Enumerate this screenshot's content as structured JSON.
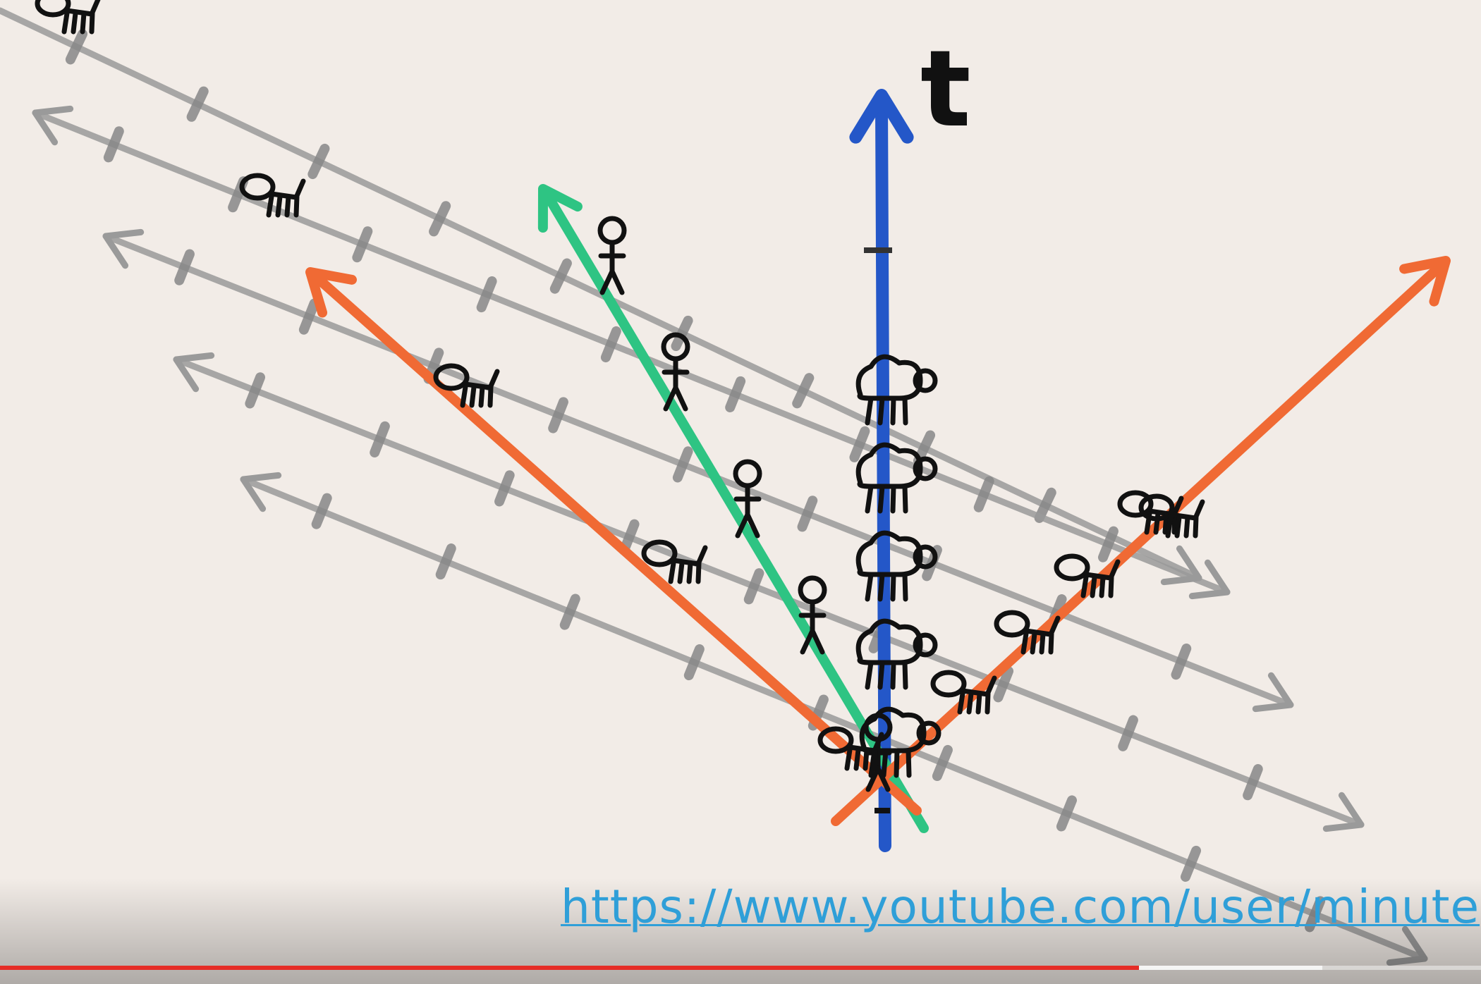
{
  "axis_label": "t",
  "overlay": {
    "url_text": "https://www.youtube.com/user/minute"
  },
  "player": {
    "progress_played": 0.769,
    "progress_buffered": 0.893
  },
  "colors": {
    "background": "#f2ece7",
    "time_axis": "#2457c8",
    "green_worldline": "#2ec483",
    "orange_worldlines": "#f06a34",
    "grey_lines": "#9a9a9a",
    "ink": "#111111",
    "link": "#2f9fd8",
    "progress": "#e52d27"
  },
  "figures": {
    "sheep_count": 5,
    "person_count": 5,
    "dog_count_left": 4,
    "dog_count_right": 6
  }
}
